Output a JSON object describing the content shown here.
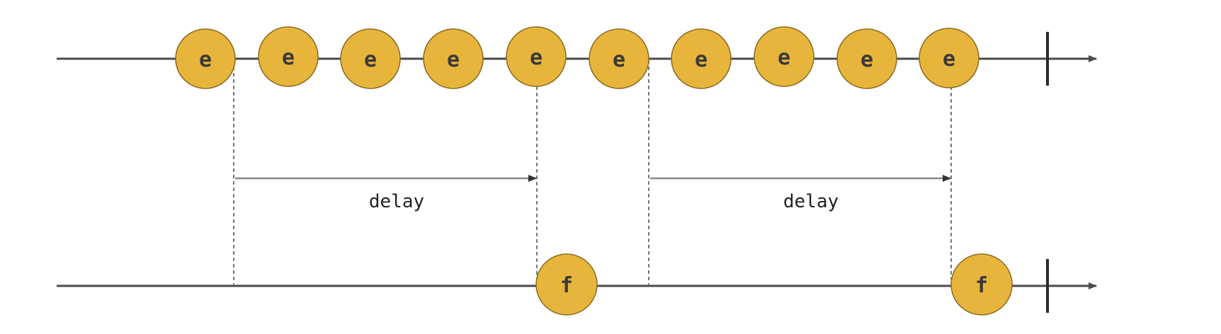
{
  "colors": {
    "line": "#4a4a4a",
    "marble_fill": "#e8b53c",
    "marble_stroke": "#8a6a20",
    "guide": "#555555",
    "delay_arrow": "#8a8a8a"
  },
  "source_stream": {
    "events": [
      "e",
      "e",
      "e",
      "e",
      "e",
      "e",
      "e",
      "e",
      "e",
      "e"
    ],
    "completed": true
  },
  "output_stream": {
    "events": [
      "f",
      "f"
    ],
    "completed": true
  },
  "delays": [
    {
      "label": "delay"
    },
    {
      "label": "delay"
    }
  ]
}
